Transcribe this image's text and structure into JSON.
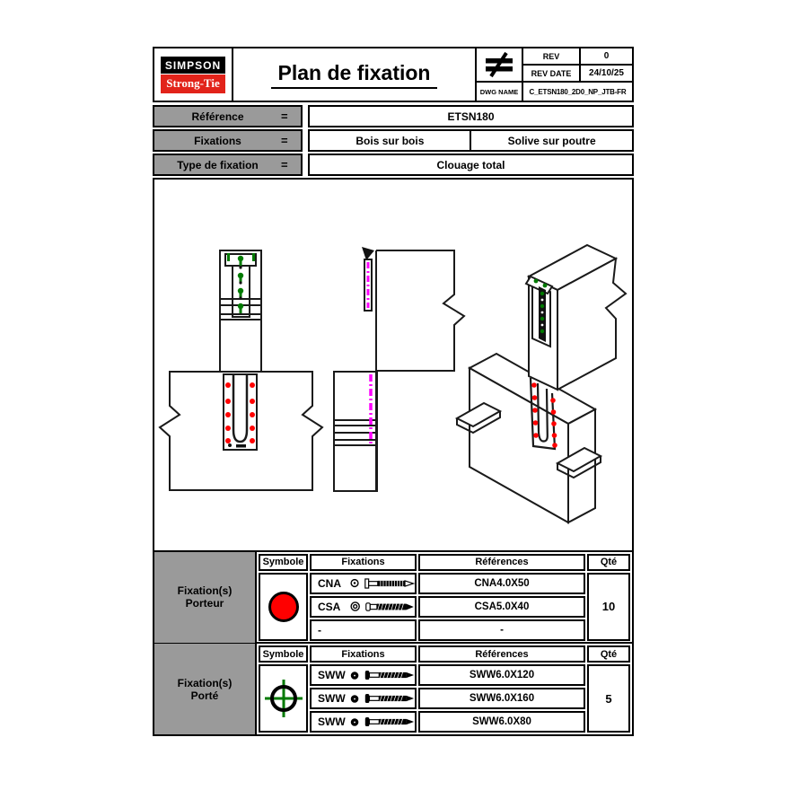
{
  "colors": {
    "brand_red": "#e2231a",
    "table_gray": "#9a9a9a",
    "symbol_red": "#ff0000",
    "symbol_green": "#007a00",
    "magenta": "#ff00ff"
  },
  "header": {
    "logo_line1": "SIMPSON",
    "logo_line2": "Strong-Tie",
    "title": "Plan de fixation",
    "not_equal_symbol": "≠",
    "rev_label": "REV",
    "rev_value": "0",
    "rev_date_label": "REV DATE",
    "rev_date_value": "24/10/25",
    "dwg_name_label": "DWG NAME",
    "dwg_name_value": "C_ETSN180_2D0_NP_JTB-FR"
  },
  "info": {
    "row1": {
      "label": "Référence",
      "eq": "=",
      "value": "ETSN180"
    },
    "row2": {
      "label": "Fixations",
      "eq": "=",
      "value1": "Bois sur bois",
      "value2": "Solive sur poutre"
    },
    "row3": {
      "label": "Type de fixation",
      "eq": "=",
      "value": "Clouage total"
    }
  },
  "porteur": {
    "group_line1": "Fixation(s)",
    "group_line2": "Porteur",
    "col_symbole": "Symbole",
    "col_fixations": "Fixations",
    "col_references": "Références",
    "col_qte": "Qté",
    "rows": [
      {
        "code": "CNA",
        "reference": "CNA4.0X50"
      },
      {
        "code": "CSA",
        "reference": "CSA5.0X40"
      },
      {
        "code": "-",
        "reference": "-"
      }
    ],
    "qty": "10"
  },
  "porte": {
    "group_line1": "Fixation(s)",
    "group_line2": "Porté",
    "col_symbole": "Symbole",
    "col_fixations": "Fixations",
    "col_references": "Références",
    "col_qte": "Qté",
    "rows": [
      {
        "code": "SWW",
        "reference": "SWW6.0X120"
      },
      {
        "code": "SWW",
        "reference": "SWW6.0X160"
      },
      {
        "code": "SWW",
        "reference": "SWW6.0X80"
      }
    ],
    "qty": "5"
  }
}
